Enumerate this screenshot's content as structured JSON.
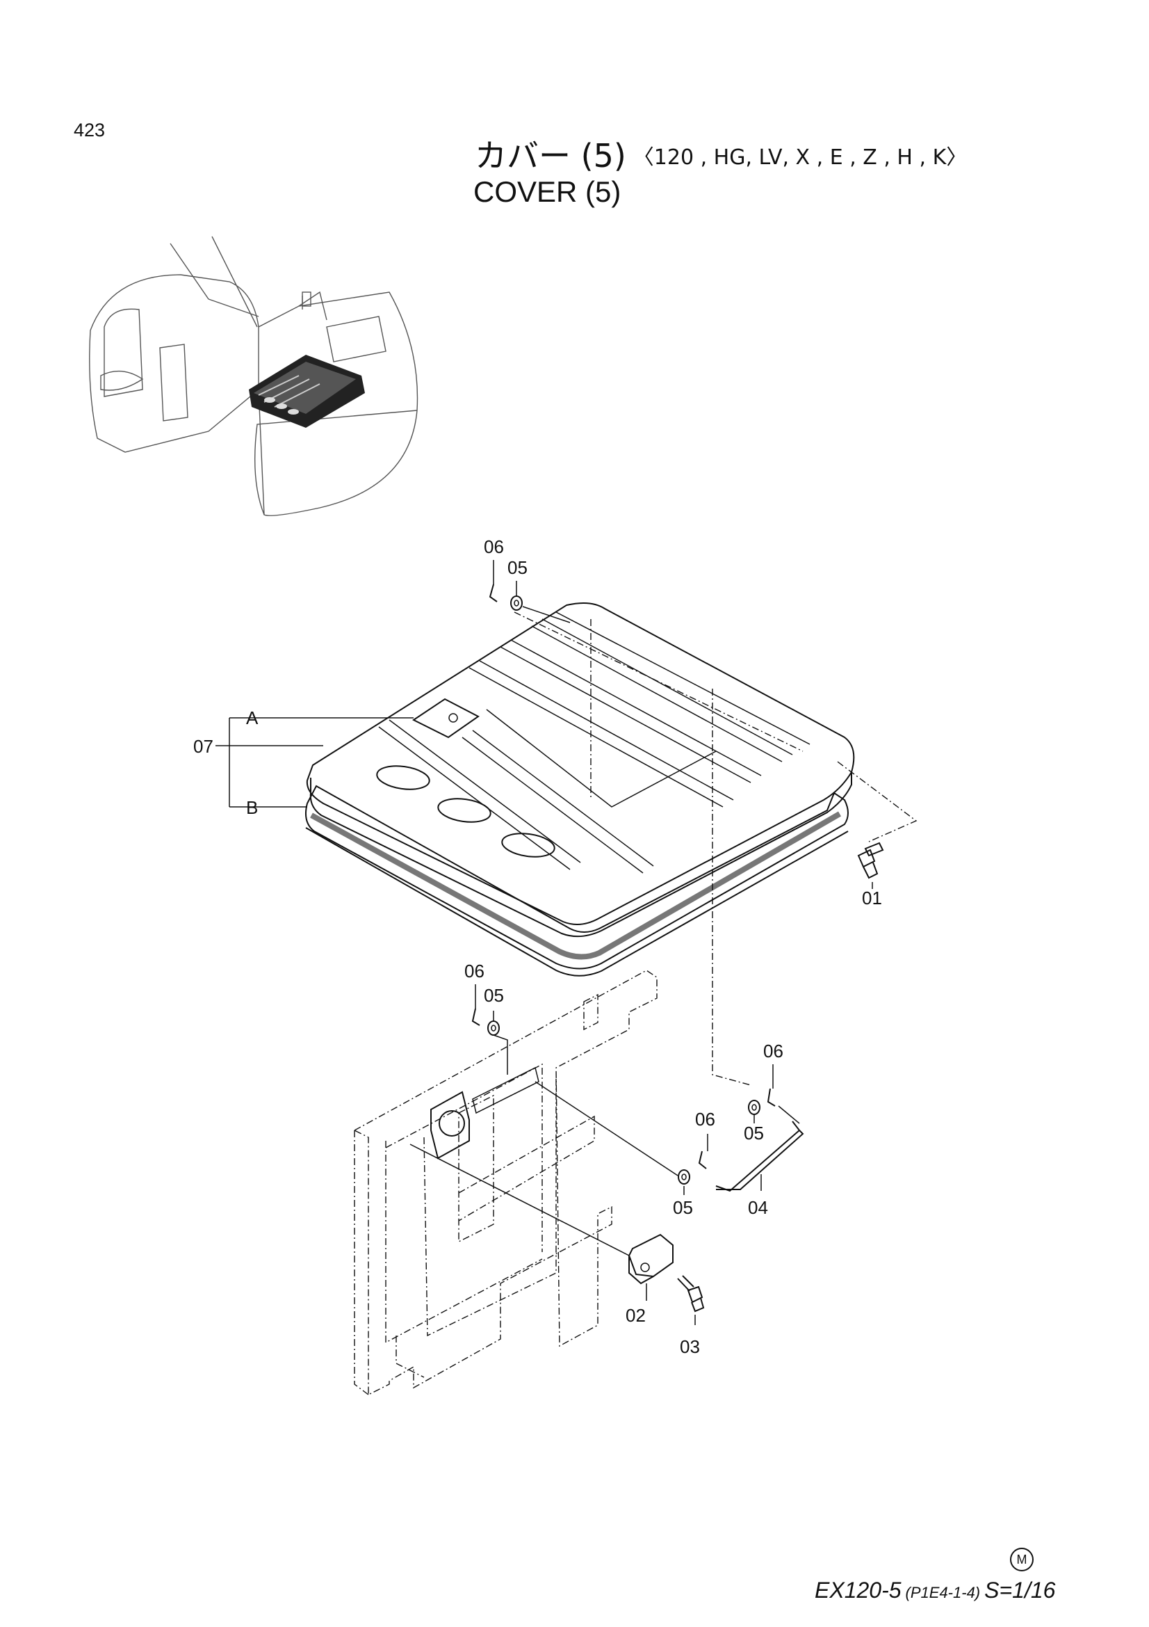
{
  "page": {
    "number": "423"
  },
  "title": {
    "japanese": "カバー (5)",
    "variants": "〈120 , HG, LV, X , E , Z , H , K〉",
    "english": "COVER (5)"
  },
  "callouts": {
    "p06_top": "06",
    "p05_top": "05",
    "A": "A",
    "p07": "07",
    "B": "B",
    "p01": "01",
    "p06_mid": "06",
    "p05_mid": "05",
    "p06_right": "06",
    "p05_right": "05",
    "p06_low": "06",
    "p05_low": "05",
    "p04": "04",
    "p02": "02",
    "p03": "03"
  },
  "footer": {
    "model": "EX120-5",
    "code": "(P1E4-1-4)",
    "page_fraction": "S=1/16",
    "mark": "M"
  }
}
